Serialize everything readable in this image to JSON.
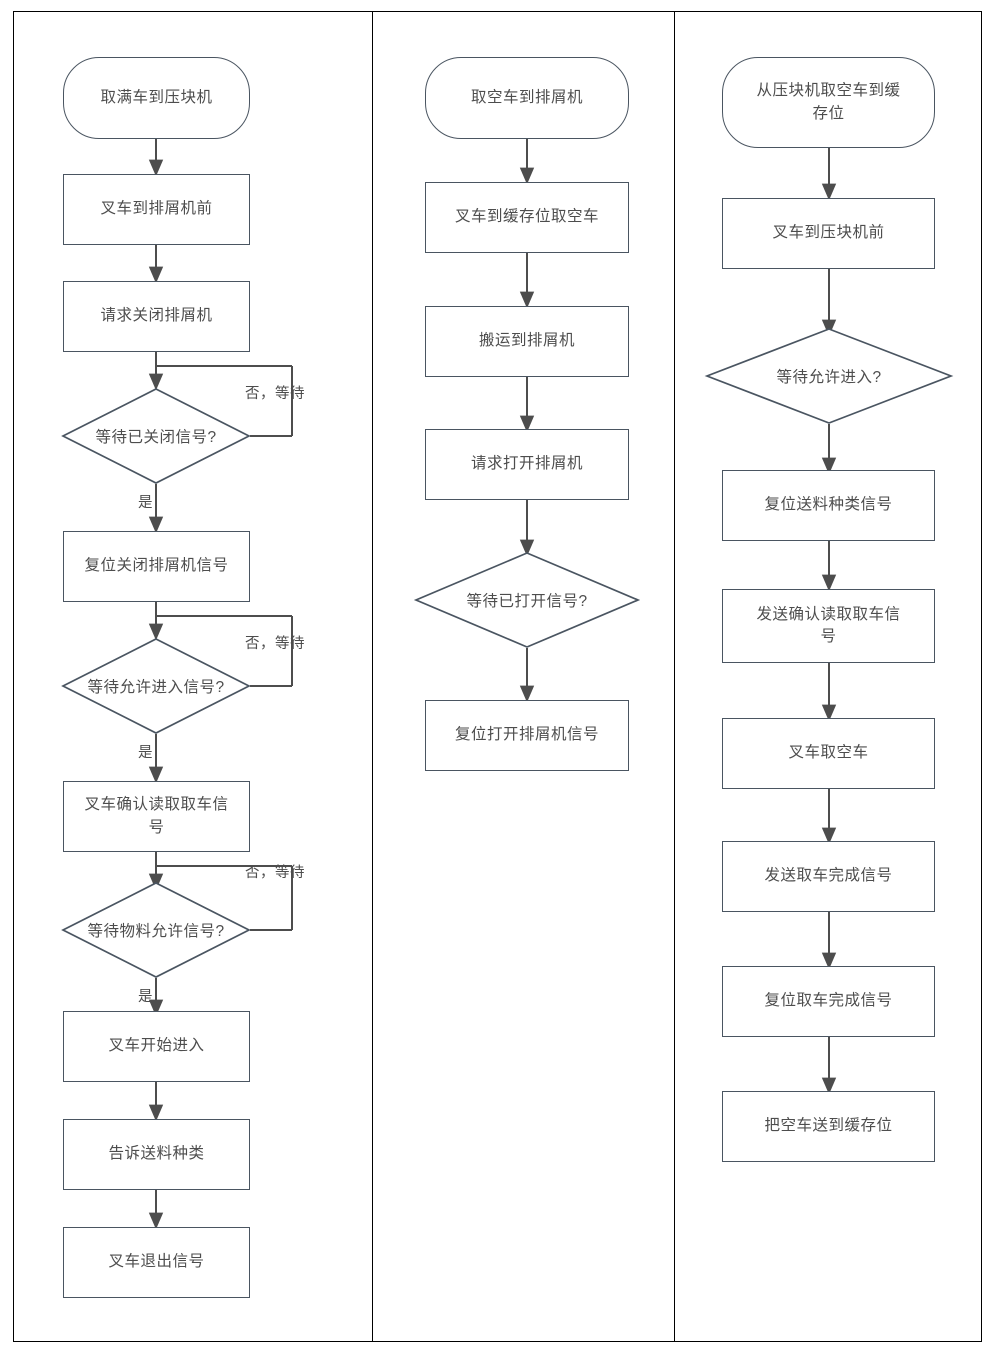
{
  "diagram": {
    "type": "flowchart",
    "title": "",
    "orientation": "three-column vertical flowcharts",
    "colors": {
      "node_border": "#4a5561",
      "node_fill": "#ffffff",
      "connector": "#4d4d4d",
      "text": "#4d4d4d",
      "frame": "#000000"
    },
    "edge_labels": {
      "yes": "是",
      "no_wait": "否，等待"
    }
  },
  "columns": [
    {
      "id": "col1",
      "name": "取满车到压块机",
      "nodes": [
        {
          "id": "c1n1",
          "type": "terminator",
          "label": "取满车到压块机"
        },
        {
          "id": "c1n2",
          "type": "process",
          "label": "叉车到排屑机前"
        },
        {
          "id": "c1n3",
          "type": "process",
          "label": "请求关闭排屑机"
        },
        {
          "id": "c1n4",
          "type": "decision",
          "label": "等待已关闭信号?",
          "yes": "是",
          "no": "否，等待"
        },
        {
          "id": "c1n5",
          "type": "process",
          "label": "复位关闭排屑机信号"
        },
        {
          "id": "c1n6",
          "type": "decision",
          "label": "等待允许进入信号?",
          "yes": "是",
          "no": "否，等待"
        },
        {
          "id": "c1n7",
          "type": "process",
          "label": "叉车确认读取取车信\n号"
        },
        {
          "id": "c1n8",
          "type": "decision",
          "label": "等待物料允许信号?",
          "yes": "是",
          "no": "否，等待"
        },
        {
          "id": "c1n9",
          "type": "process",
          "label": "叉车开始进入"
        },
        {
          "id": "c1n10",
          "type": "process",
          "label": "告诉送料种类"
        },
        {
          "id": "c1n11",
          "type": "process",
          "label": "叉车退出信号"
        }
      ]
    },
    {
      "id": "col2",
      "name": "取空车到排屑机",
      "nodes": [
        {
          "id": "c2n1",
          "type": "terminator",
          "label": "取空车到排屑机"
        },
        {
          "id": "c2n2",
          "type": "process",
          "label": "叉车到缓存位取空车"
        },
        {
          "id": "c2n3",
          "type": "process",
          "label": "搬运到排屑机"
        },
        {
          "id": "c2n4",
          "type": "process",
          "label": "请求打开排屑机"
        },
        {
          "id": "c2n5",
          "type": "decision",
          "label": "等待已打开信号?"
        },
        {
          "id": "c2n6",
          "type": "process",
          "label": "复位打开排屑机信号"
        }
      ]
    },
    {
      "id": "col3",
      "name": "从压块机取空车到缓存位",
      "nodes": [
        {
          "id": "c3n1",
          "type": "terminator",
          "label": "从压块机取空车到缓\n存位"
        },
        {
          "id": "c3n2",
          "type": "process",
          "label": "叉车到压块机前"
        },
        {
          "id": "c3n3",
          "type": "decision",
          "label": "等待允许进入?"
        },
        {
          "id": "c3n4",
          "type": "process",
          "label": "复位送料种类信号"
        },
        {
          "id": "c3n5",
          "type": "process",
          "label": "发送确认读取取车信\n号"
        },
        {
          "id": "c3n6",
          "type": "process",
          "label": "叉车取空车"
        },
        {
          "id": "c3n7",
          "type": "process",
          "label": "发送取车完成信号"
        },
        {
          "id": "c3n8",
          "type": "process",
          "label": "复位取车完成信号"
        },
        {
          "id": "c3n9",
          "type": "process",
          "label": "把空车送到缓存位"
        }
      ]
    }
  ]
}
